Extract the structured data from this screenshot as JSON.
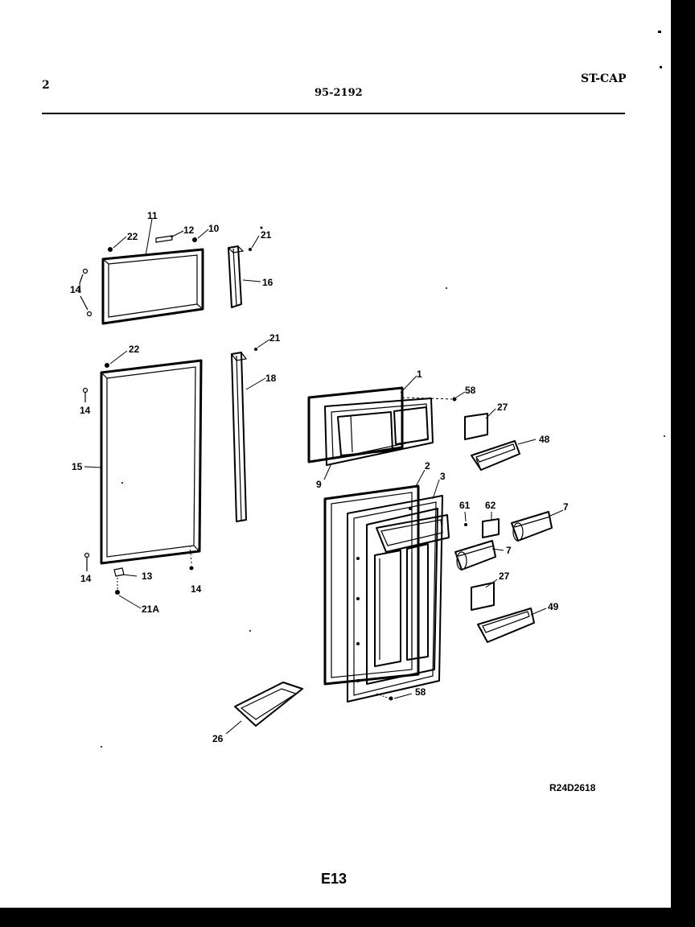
{
  "header": {
    "page_number": "2",
    "doc_number": "95-2192",
    "model_code": "ST-CAP"
  },
  "footer": {
    "drawing_code": "R24D2618",
    "page_code": "E13"
  },
  "labels": {
    "p11": "11",
    "p12": "12",
    "p10": "10",
    "p22a": "22",
    "p14a": "14",
    "p21a": "21",
    "p16": "16",
    "p22b": "22",
    "p21b": "21",
    "p18": "18",
    "p14b": "14",
    "p15": "15",
    "p14c": "14",
    "p13": "13",
    "p21A": "21A",
    "p14d": "14",
    "p1": "1",
    "p58a": "58",
    "p27a": "27",
    "p48": "48",
    "p9": "9",
    "p2": "2",
    "p3": "3",
    "p61": "61",
    "p62": "62",
    "p7a": "7",
    "p7b": "7",
    "p27b": "27",
    "p49": "49",
    "p58b": "58",
    "p26": "26"
  }
}
